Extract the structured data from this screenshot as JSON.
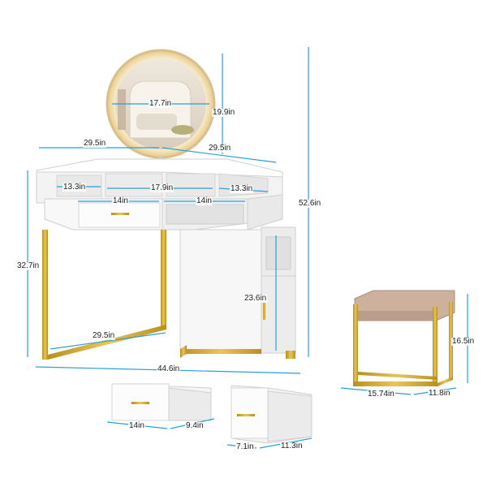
{
  "colors": {
    "dimension_line": "#2a9fd6",
    "gold": "#d4af37",
    "white_furniture": "#f6f6f6",
    "cushion": "#cfb4a2",
    "mirror_ring": "#e8d6a6"
  },
  "dimensions": {
    "mirror_diameter": "17.7in",
    "mirror_height": "19.9in",
    "top_left_side": "29.5in",
    "top_right_side": "29.5in",
    "shelf_left": "13.3in",
    "shelf_center": "17.9in",
    "shelf_right": "13.3in",
    "drawer_left_width": "14in",
    "drawer_right_width": "14in",
    "total_height": "52.6in",
    "desk_height": "32.7in",
    "cabinet_height": "23.6in",
    "base_depth": "29.5in",
    "total_width": "44.6in",
    "stool_height": "16.5in",
    "stool_width": "15.74in",
    "stool_depth": "11.8in",
    "drawer1_width": "14in",
    "drawer1_depth": "9.4in",
    "drawer2_width": "7.1in",
    "drawer2_depth": "11.3in"
  }
}
